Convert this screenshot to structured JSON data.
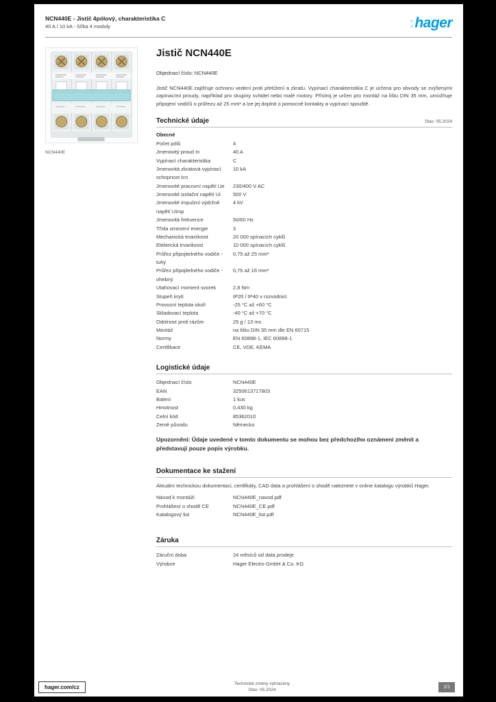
{
  "header": {
    "title_line1": "NCN440E - Jistič 4pólový, charakteristika C",
    "title_line2": "40 A / 10 kA - šířka 4 moduly",
    "logo_mark": ":",
    "logo_text": "hager"
  },
  "product": {
    "title": "Jistič NCN440E",
    "order_line": "Objednací číslo: NCN440E",
    "image_caption": "NCN440E",
    "description": "Jistič NCN440E zajišťuje ochranu vedení proti přetížení a zkratu. Vypínací charakteristika C je určena pro obvody se zvýšenými zapínacími proudy, například pro skupiny svítidel nebo malé motory. Přístroj je určen pro montáž na lištu DIN 35 mm, umožňuje připojení vodičů o průřezu až 25 mm² a lze jej doplnit o pomocné kontakty a vypínací spouště."
  },
  "sections": [
    {
      "id": "technicke-udaje",
      "title": "Technické údaje",
      "title_right": "Stav: 05.2024",
      "group": "Obecné",
      "rows": [
        {
          "label": "Počet pólů",
          "value": "4"
        },
        {
          "label": "Jmenovitý proud In",
          "value": "40 A"
        },
        {
          "label": "Vypínací charakteristika",
          "value": "C"
        },
        {
          "label": "Jmenovitá zkratová vypínací schopnost Icn",
          "value": "10 kA"
        },
        {
          "label": "Jmenovité pracovní napětí Ue",
          "value": "230/400 V AC"
        },
        {
          "label": "Jmenovité izolační napětí Ui",
          "value": "500 V"
        },
        {
          "label": "Jmenovité impulzní výdržné napětí Uimp",
          "value": "4 kV"
        },
        {
          "label": "Jmenovitá frekvence",
          "value": "50/60 Hz"
        },
        {
          "label": "Třída omezení energie",
          "value": "3"
        },
        {
          "label": "Mechanická trvanlivost",
          "value": "20 000 spínacích cyklů"
        },
        {
          "label": "Elektrická trvanlivost",
          "value": "10 000 spínacích cyklů"
        },
        {
          "label": "Průřez připojitelného vodiče - tuhý",
          "value": "0,75 až 25 mm²"
        },
        {
          "label": "Průřez připojitelného vodiče - ohebný",
          "value": "0,75 až 16 mm²"
        },
        {
          "label": "Utahovací moment svorek",
          "value": "2,8 Nm"
        },
        {
          "label": "Stupeň krytí",
          "value": "IP20 / IP40 v rozvodnici"
        },
        {
          "label": "Provozní teplota okolí",
          "value": "-25 °C až +60 °C"
        },
        {
          "label": "Skladovací teplota",
          "value": "-40 °C až +70 °C"
        },
        {
          "label": "Odolnost proti rázům",
          "value": "25 g / 13 ms"
        },
        {
          "label": "Montáž",
          "value": "na lištu DIN 35 mm dle EN 60715"
        },
        {
          "label": "Normy",
          "value": "EN 60898-1, IEC 60898-1"
        },
        {
          "label": "Certifikace",
          "value": "CE, VDE, KEMA"
        }
      ]
    },
    {
      "id": "logisticke-udaje",
      "title": "Logistické údaje",
      "rows": [
        {
          "label": "Objednací číslo",
          "value": "NCN440E"
        },
        {
          "label": "EAN",
          "value": "3250613717803"
        },
        {
          "label": "Balení",
          "value": "1 kus"
        },
        {
          "label": "Hmotnost",
          "value": "0,430 kg"
        },
        {
          "label": "Celní kód",
          "value": "85362010"
        },
        {
          "label": "Země původu",
          "value": "Německo"
        }
      ],
      "note": "Upozornění: Údaje uvedené v tomto dokumentu se mohou bez předchozího oznámení změnit a představují pouze popis výrobku."
    },
    {
      "id": "dokumentace",
      "title": "Dokumentace ke stažení",
      "lead": "Aktuální technickou dokumentaci, certifikáty, CAD data a prohlášení o shodě naleznete v online katalogu výrobků Hager.",
      "rows": [
        {
          "label": "Návod k montáži",
          "value": "NCN440E_navod.pdf"
        },
        {
          "label": "Prohlášení o shodě CE",
          "value": "NCN440E_CE.pdf"
        },
        {
          "label": "Katalogový list",
          "value": "NCN440E_list.pdf"
        }
      ]
    },
    {
      "id": "zaruka",
      "title": "Záruka",
      "rows": [
        {
          "label": "Záruční doba",
          "value": "24 měsíců od data prodeje"
        },
        {
          "label": "Výrobce",
          "value": "Hager Electro GmbH & Co. KG"
        }
      ]
    }
  ],
  "footer": {
    "site": "hager.com/cz",
    "center_line1": "Technické změny vyhrazeny",
    "center_line2": "Stav: 05.2024",
    "page": "1/1"
  }
}
